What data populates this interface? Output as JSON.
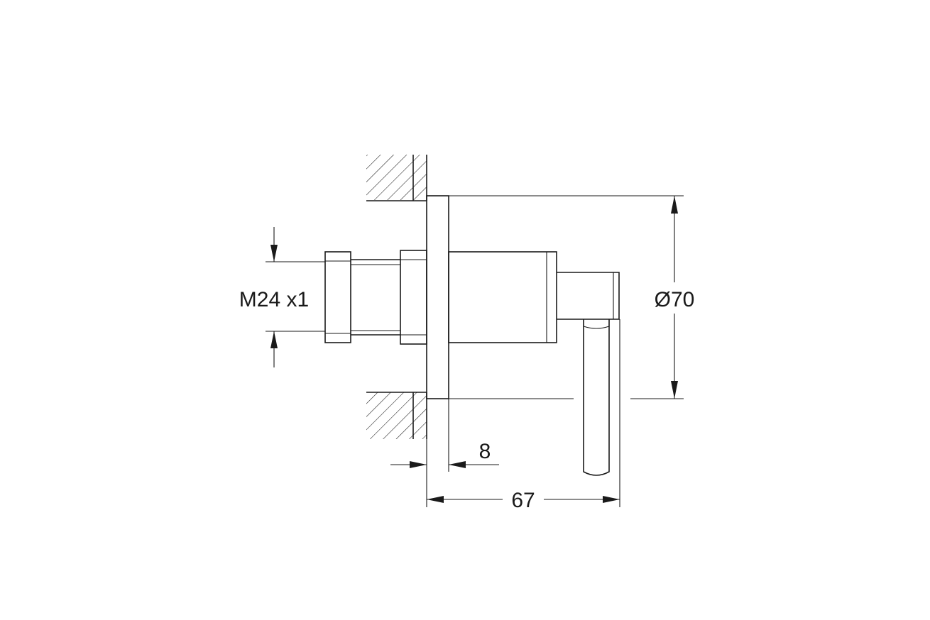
{
  "dimensions": {
    "thread": "M24 x1",
    "diameter": "Ø70",
    "rosette_depth": "8",
    "overall_length": "67"
  },
  "colors": {
    "line": "#1a1a1a",
    "background": "#ffffff"
  }
}
